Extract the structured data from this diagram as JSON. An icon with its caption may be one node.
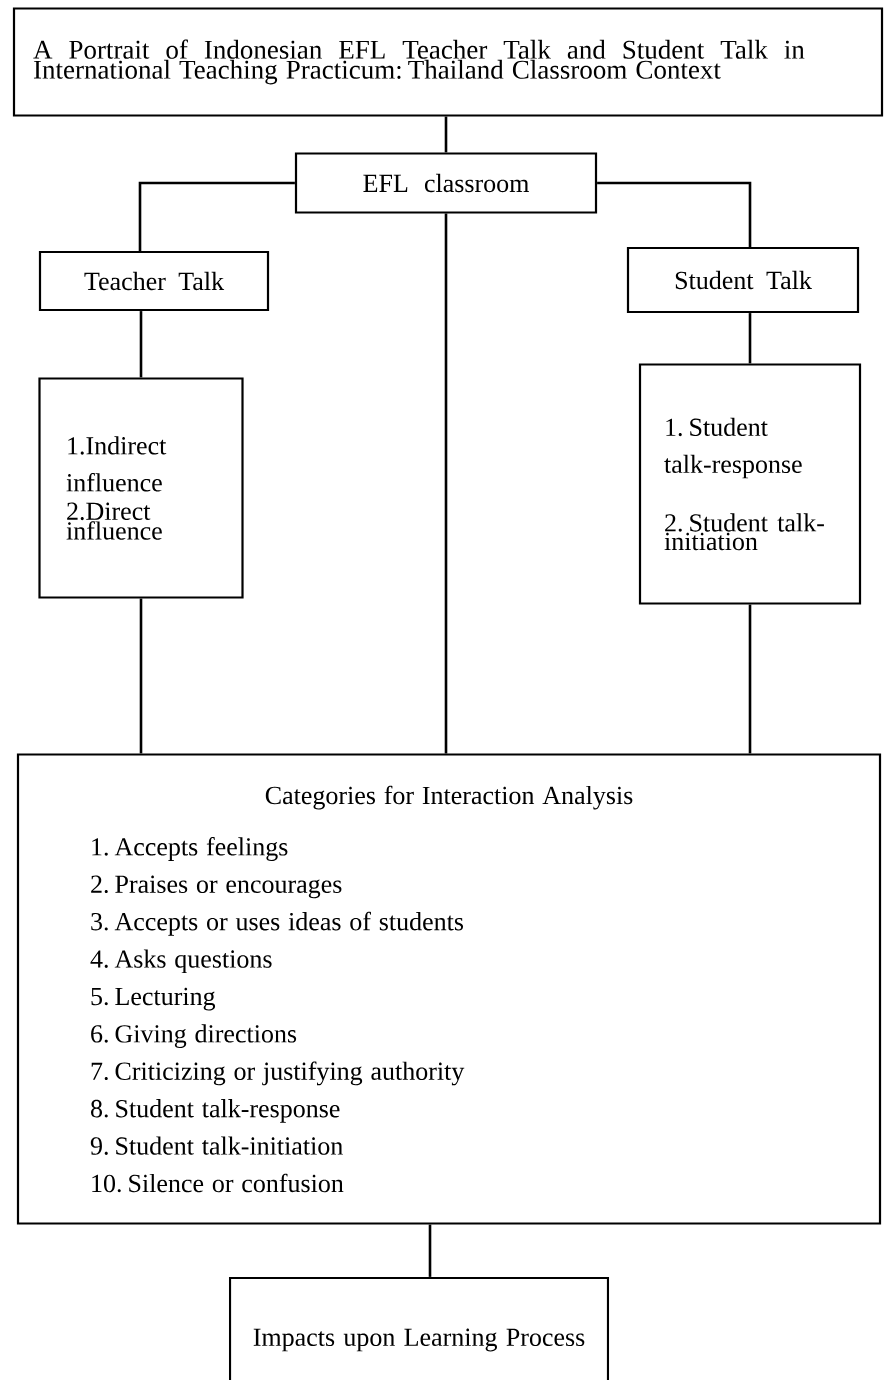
{
  "diagram": {
    "nodes": [
      {
        "text": [
          "A Portrait of Indonesian EFL Teacher Talk and Student Talk in International Teaching Practicum: Thailand Classroom Context"
        ]
      },
      {
        "text": [
          "EFL classroom"
        ]
      },
      {
        "text": [
          "Teacher Talk"
        ]
      },
      {
        "text": [
          "Student Talk"
        ]
      },
      {
        "text": [
          "1.Indirect influence",
          "2.Direct influence"
        ]
      },
      {
        "text": [
          "1. Student talk-response",
          "2. Student talk-initiation"
        ]
      },
      {
        "text": [
          "Categories for Interaction Analysis",
          "1. Accepts feelings",
          "2. Praises or encourages",
          "3. Accepts or uses ideas of students",
          "4. Asks questions",
          "5. Lecturing",
          "6. Giving directions",
          "7. Criticizing or justifying authority",
          "8. Student talk-response",
          "9. Student talk-initiation",
          "10. Silence or confusion"
        ]
      },
      {
        "text": [
          "Impacts upon Learning Process"
        ]
      }
    ],
    "edges": [
      {
        "from": 0,
        "to": 1,
        "arrow": "none"
      },
      {
        "from": 1,
        "to": 2,
        "arrow": "none"
      },
      {
        "from": 1,
        "to": 3,
        "arrow": "none"
      },
      {
        "from": 2,
        "to": 4,
        "arrow": "none"
      },
      {
        "from": 3,
        "to": 5,
        "arrow": "none"
      },
      {
        "from": 4,
        "to": 6,
        "arrow": "none"
      },
      {
        "from": 1,
        "to": 6,
        "arrow": "none"
      },
      {
        "from": 5,
        "to": 6,
        "arrow": "none"
      },
      {
        "from": 6,
        "to": 7,
        "arrow": "none"
      }
    ]
  }
}
